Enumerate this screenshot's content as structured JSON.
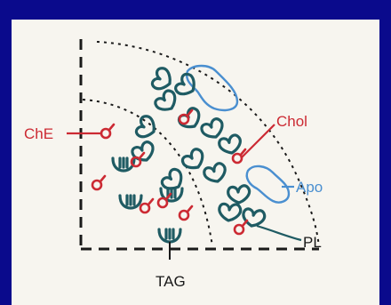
{
  "colors": {
    "background": "#0a0a8c",
    "paper": "#f7f5ef",
    "ink": "#1a1a1a",
    "red": "#cc2a33",
    "teal": "#1f5b63",
    "blue": "#4a8fd0"
  },
  "labels": {
    "che": "ChE",
    "chol": "Chol",
    "apo": "Apo",
    "pl": "PL",
    "tag": "TAG"
  }
}
